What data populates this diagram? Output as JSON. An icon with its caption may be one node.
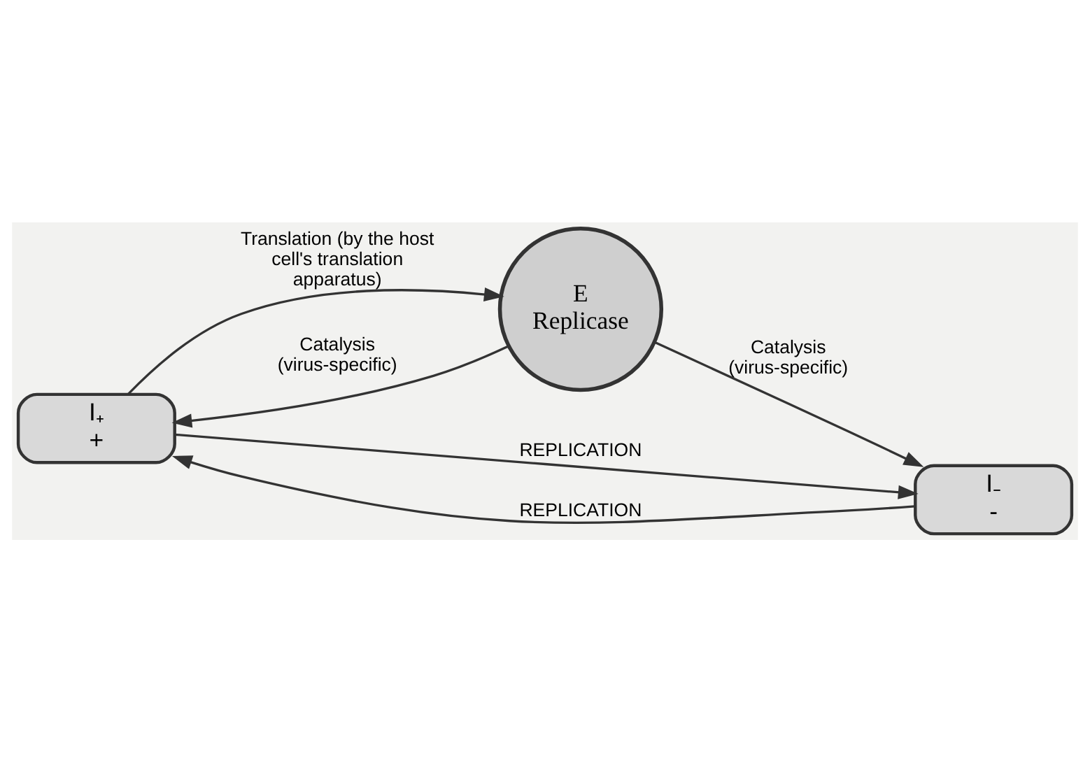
{
  "diagram": {
    "nodes": [
      {
        "text": [
          "I₊",
          "+"
        ]
      },
      {
        "text": [
          "E",
          "Replicase"
        ]
      },
      {
        "text": [
          "I₋",
          "-"
        ]
      }
    ],
    "edges": [
      {
        "from": 0,
        "to": 2,
        "arrow": "to",
        "label": "REPLICATION"
      },
      {
        "from": 0,
        "to": 1,
        "arrow": "to",
        "label": "Translation (by the host cell's translation apparatus)"
      },
      {
        "from": 1,
        "to": 2,
        "arrow": "to",
        "label": "Catalysis (virus-specific)"
      },
      {
        "from": 1,
        "to": 0,
        "arrow": "to",
        "label": "Catalysis (virus-specific)"
      },
      {
        "from": 2,
        "to": 0,
        "arrow": "to",
        "label": "REPLICATION"
      }
    ]
  }
}
